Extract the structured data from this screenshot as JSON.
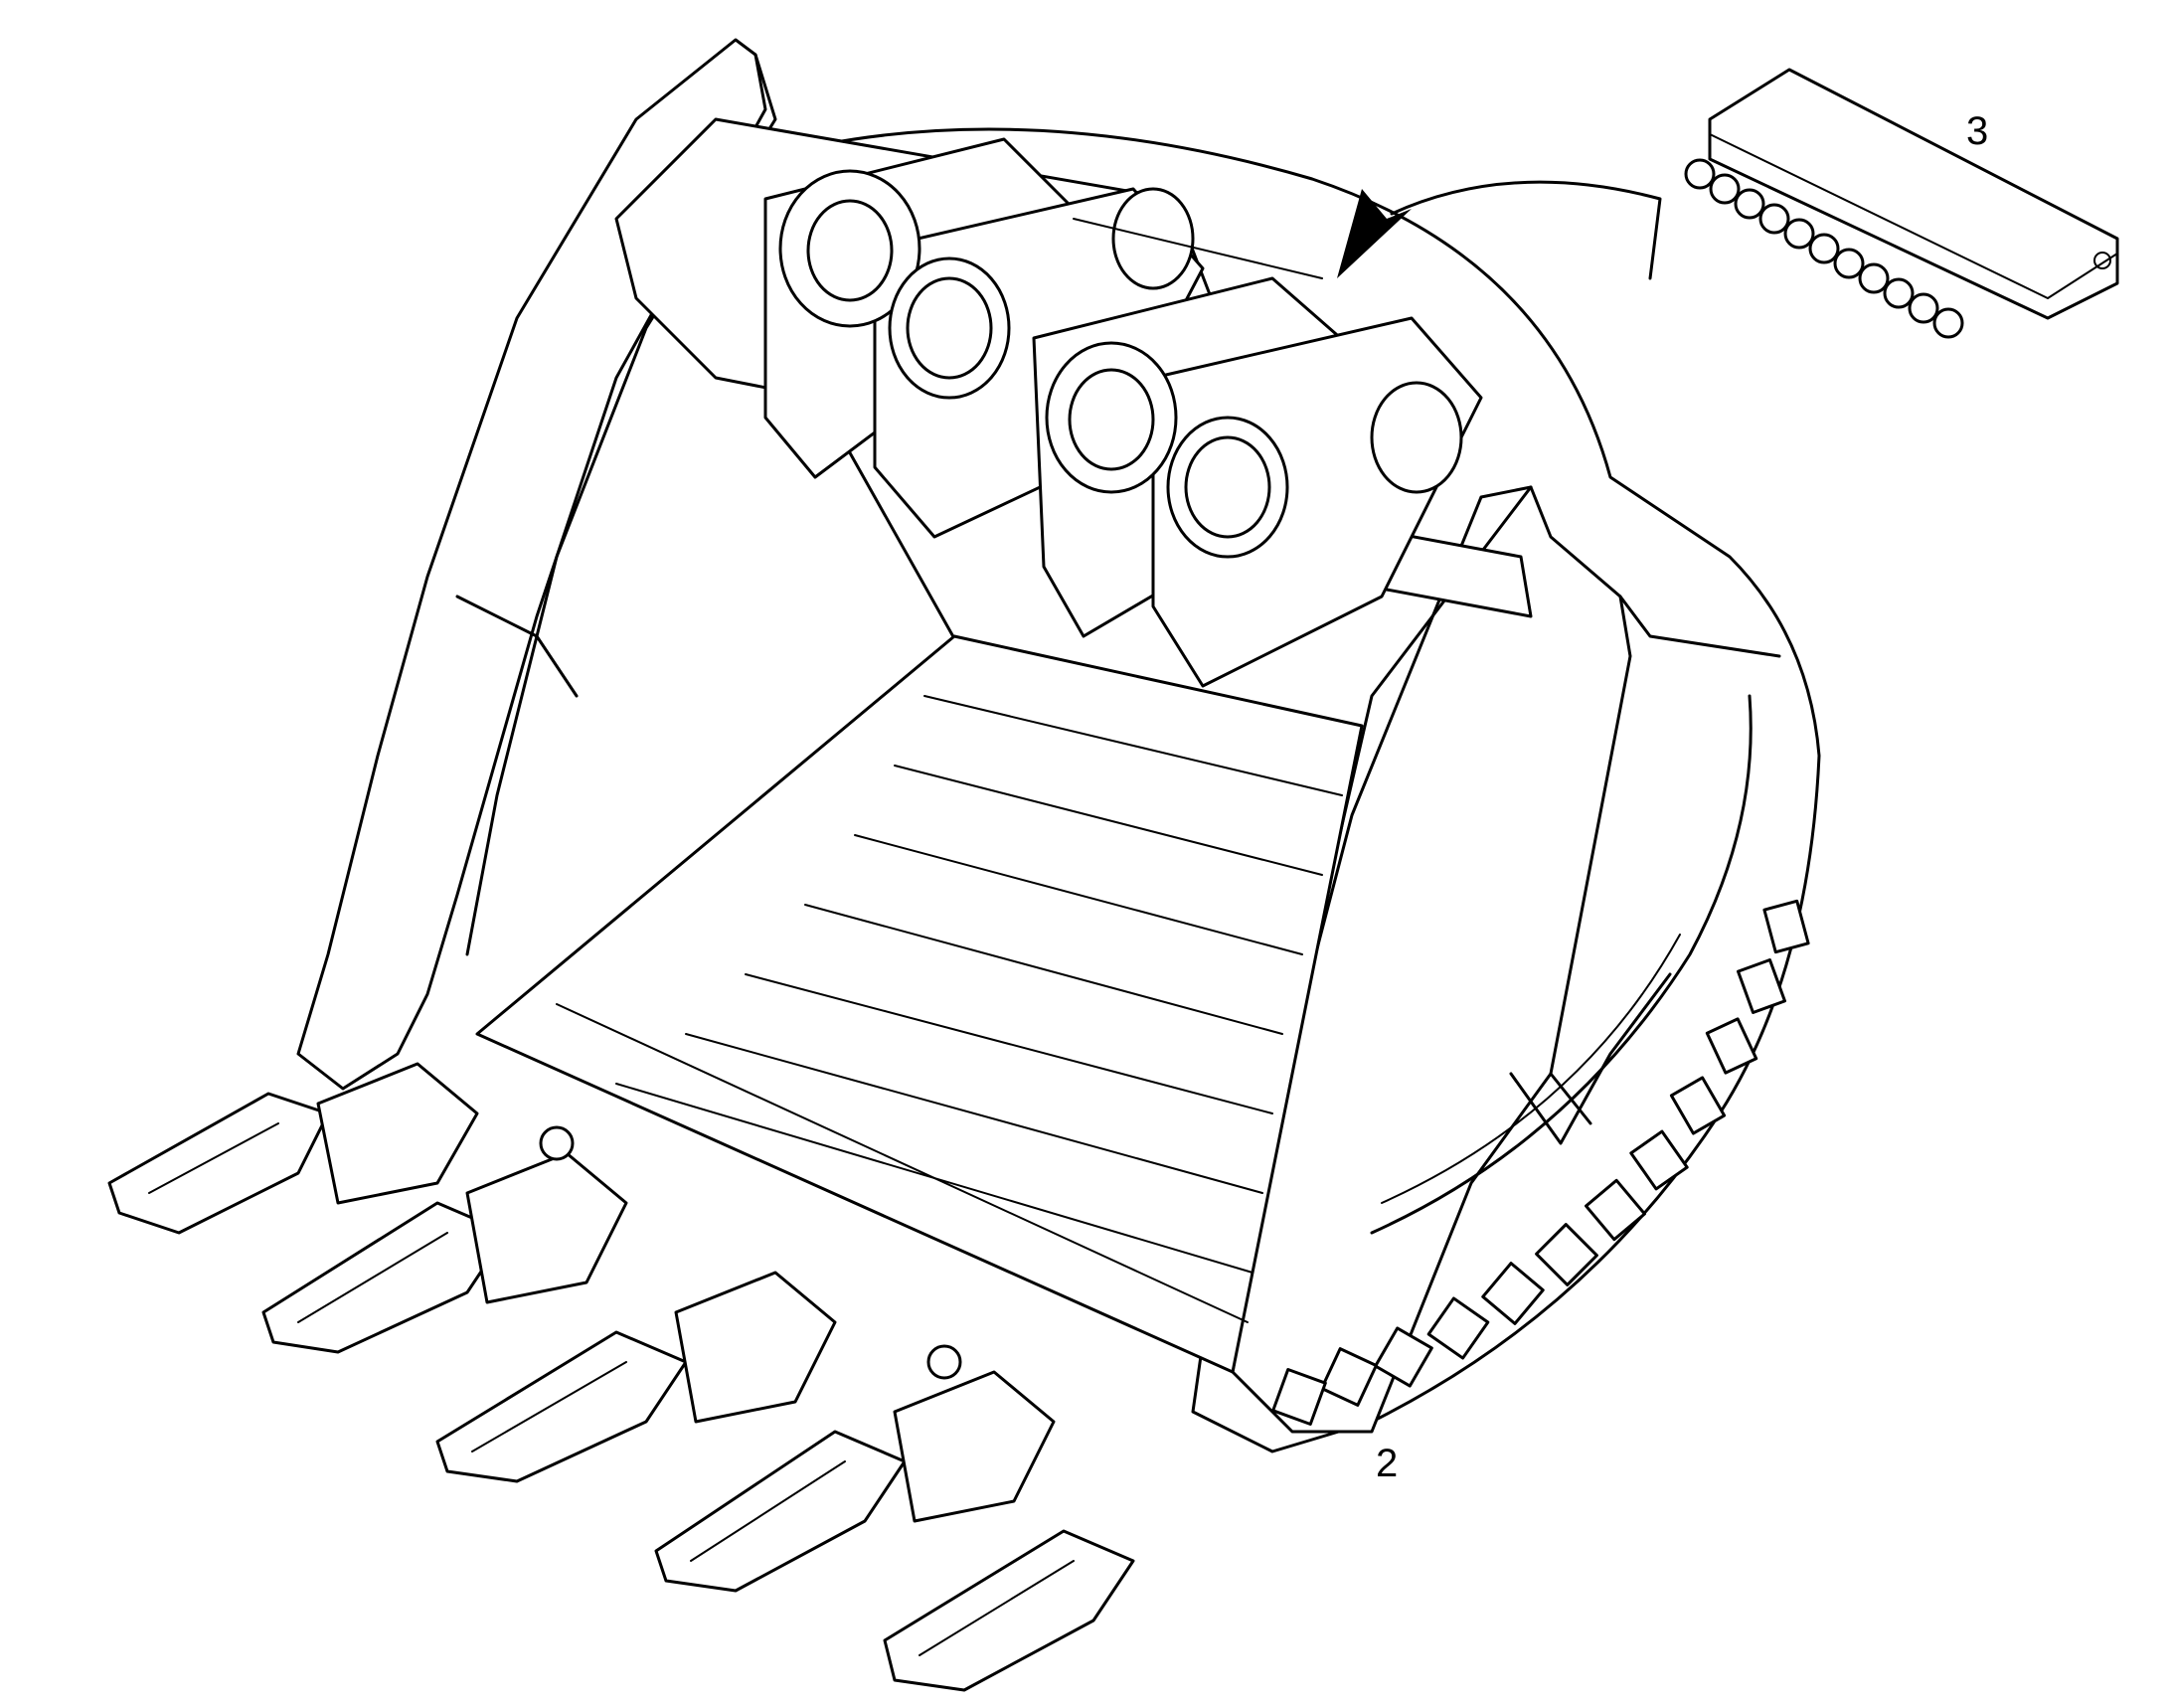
{
  "figure": {
    "callouts": [
      {
        "id": "callout-3",
        "label": "3",
        "refers_to": "lubrication-distribution-block"
      },
      {
        "id": "callout-2",
        "label": "2",
        "refers_to": "wear-buttons"
      }
    ],
    "colors": {
      "line": "#000000",
      "background": "#ffffff"
    }
  }
}
